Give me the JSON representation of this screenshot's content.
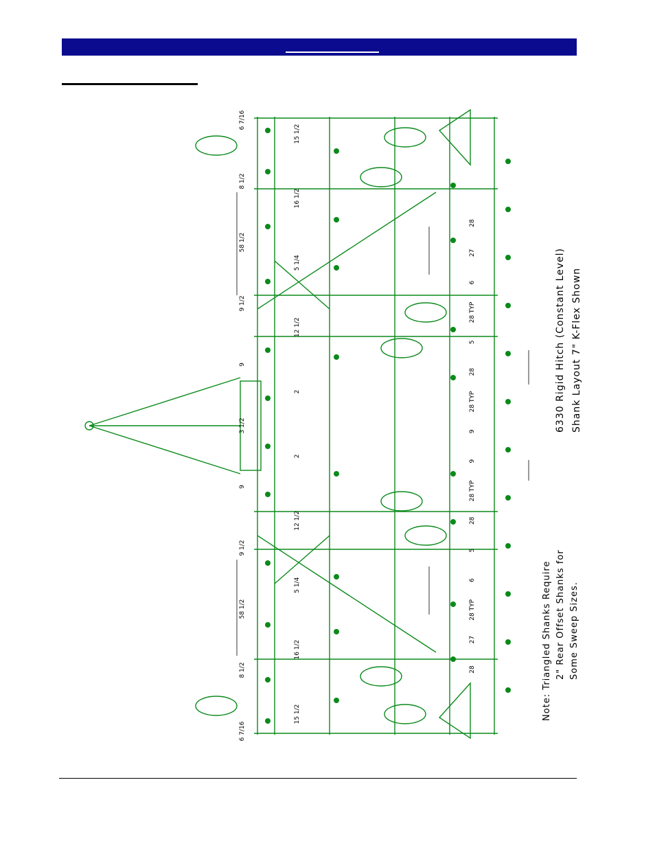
{
  "drawing": {
    "caption_line1": "6330 Rigid Hitch (Constant Level)",
    "caption_line2": "Shank Layout 7\"   K-Flex Shown",
    "note_line1": "Note:  Triangled Shanks Require",
    "note_line2": "2\" Rear Offset Shanks for",
    "note_line3": "Some Sweep Sizes.",
    "dim_left_col": [
      "6 7/16",
      "8 1/2",
      "58 1/2",
      "9 1/2",
      "9",
      "3 1/2",
      "9",
      "9 1/2",
      "58 1/2",
      "8 1/2",
      "6 7/16"
    ],
    "dim_mid_col": [
      "15 1/2",
      "16 1/2",
      "5 1/4",
      "12 1/2",
      "2",
      "2",
      "12 1/2",
      "5 1/4",
      "16 1/2",
      "15 1/2"
    ],
    "dim_right_col": [
      "28",
      "27",
      "6",
      "28 TYP",
      "5",
      "28",
      "28 TYP",
      "9",
      "9",
      "28 TYP",
      "28",
      "5",
      "6",
      "28 TYP",
      "27",
      "28"
    ],
    "line_color": "#0a8a1a",
    "dim_color": "#000000"
  },
  "colors": {
    "header": "#0b0b8f"
  }
}
